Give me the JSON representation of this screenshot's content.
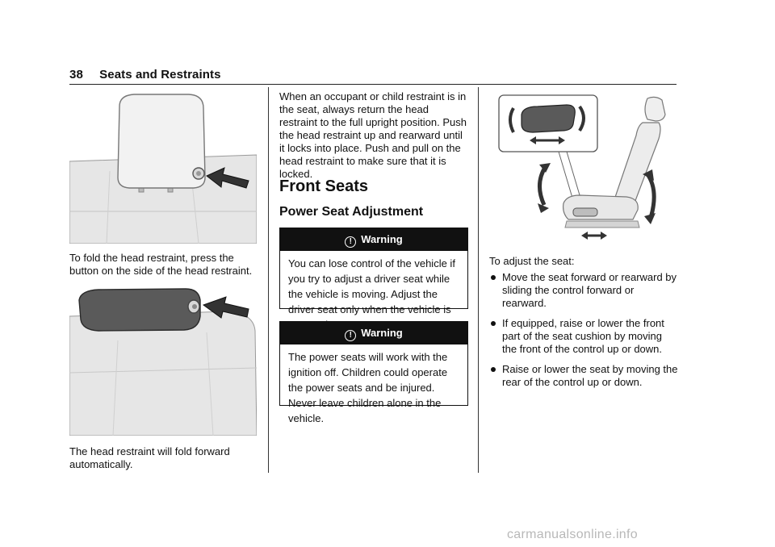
{
  "header": {
    "page_number": "38",
    "section": "Seats and Restraints"
  },
  "col1": {
    "caption1": "To fold the head restraint, press the button on the side of the head restraint.",
    "caption2": "The head restraint will fold forward automatically."
  },
  "col2": {
    "intro": "When an occupant or child restraint is in the seat, always return the head restraint to the full upright position. Push the head restraint up and rearward until it locks into place. Push and pull on the head restraint to make sure that it is locked.",
    "heading": "Front Seats",
    "subheading": "Power Seat Adjustment",
    "warnings": [
      {
        "title": "Warning",
        "body": "You can lose control of the vehicle if you try to adjust a driver seat while the vehicle is moving. Adjust the driver seat only when the vehicle is not moving."
      },
      {
        "title": "Warning",
        "body": "The power seats will work with the ignition off. Children could operate the power seats and be injured. Never leave children alone in the vehicle."
      }
    ]
  },
  "col3": {
    "intro": "To adjust the seat:",
    "bullets": [
      "Move the seat forward or rearward by sliding the control forward or rearward.",
      "If equipped, raise or lower the front part of the seat cushion by moving the front of the control up or down.",
      "Raise or lower the seat by moving the rear of the control up or down."
    ]
  },
  "watermark": "carmanualsonline.info"
}
